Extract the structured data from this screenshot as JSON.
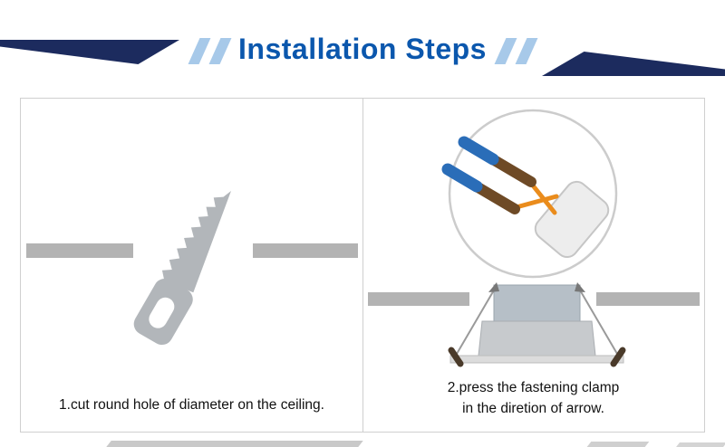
{
  "header": {
    "title": "Installation Steps",
    "colors": {
      "title": "#0b57ad",
      "stripe": "#1c2b5e",
      "slash": "#a7c9e9"
    }
  },
  "panels": {
    "step1": {
      "caption": "1.cut round hole of diameter on the ceiling.",
      "icon": "saw-icon"
    },
    "step2": {
      "caption_line1": "2.press the fastening clamp",
      "caption_line2": "in the diretion of arrow.",
      "icons": [
        "wire-clamp-detail-icon",
        "recessed-downlight-icon"
      ]
    }
  },
  "colors": {
    "ceiling_bar": "#b3b3b3",
    "saw": "#b2b6ba",
    "wire_blue": "#2a6db8",
    "wire_brown": "#6e4a26",
    "wire_copper": "#ea8c1c",
    "clamp_fill": "#ededed",
    "fixture_top": "#b6bfc7",
    "fixture_body": "#c7cacd",
    "fixture_flange": "#dcdcdc",
    "spring_handle": "#4a3a2a",
    "panel_border": "#cfcfcf"
  }
}
